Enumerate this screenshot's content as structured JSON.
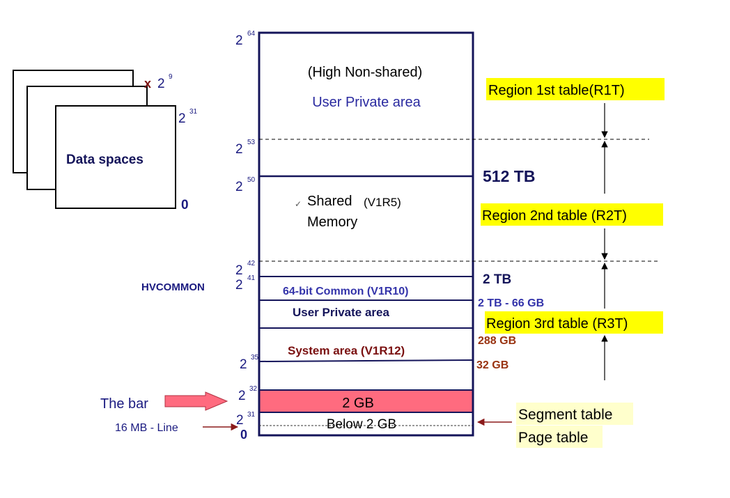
{
  "colors": {
    "frame": "#14145a",
    "navy": "#1a1a80",
    "blue": "#3333aa",
    "maroon": "#7a1010",
    "brown": "#993311",
    "yellow": "#ffff00",
    "cream": "#ffffcc",
    "bar": "#ff6b7f",
    "arrow_red": "#8b1a1a",
    "gray_line": "#333333"
  },
  "data_spaces": {
    "label": "Data spaces",
    "multiplier_x": "x",
    "multiplier_base": "2",
    "multiplier_exp": "9",
    "top_base": "2",
    "top_exp": "31",
    "bottom": "0"
  },
  "addresses": [
    {
      "base": "2",
      "exp": "64"
    },
    {
      "base": "2",
      "exp": "53"
    },
    {
      "base": "2",
      "exp": "50"
    },
    {
      "base": "2",
      "exp": "42"
    },
    {
      "base": "2",
      "exp": "41"
    },
    {
      "base": "2",
      "exp": "35"
    },
    {
      "base": "2",
      "exp": "32"
    },
    {
      "base": "2",
      "exp": "31"
    }
  ],
  "address_zero": "0",
  "hvcommon": "HVCOMMON",
  "areas": {
    "high_nonshared": "(High Non-shared)",
    "user_private_top": "User Private area",
    "shared_word": "Shared",
    "shared_version": "(V1R5)",
    "shared_memory": "Memory",
    "common_64": "64-bit Common (V1R10)",
    "user_private_low": "User Private area",
    "system_area": "System area (V1R12)",
    "bar_2gb": "2 GB",
    "below_2gb": "Below 2 GB"
  },
  "sizes": {
    "tb512": "512 TB",
    "tb2": "2 TB",
    "tb2_minus": "2 TB - 66 GB",
    "gb288": "288 GB",
    "gb32": "32 GB"
  },
  "regions": {
    "r1t": "Region 1st table(R1T)",
    "r2t": "Region 2nd table (R2T)",
    "r3t": "Region 3rd table (R3T)"
  },
  "tables": {
    "segment": "Segment table",
    "page": "Page table"
  },
  "labels": {
    "the_bar": "The bar",
    "line_16mb": "16 MB - Line"
  }
}
